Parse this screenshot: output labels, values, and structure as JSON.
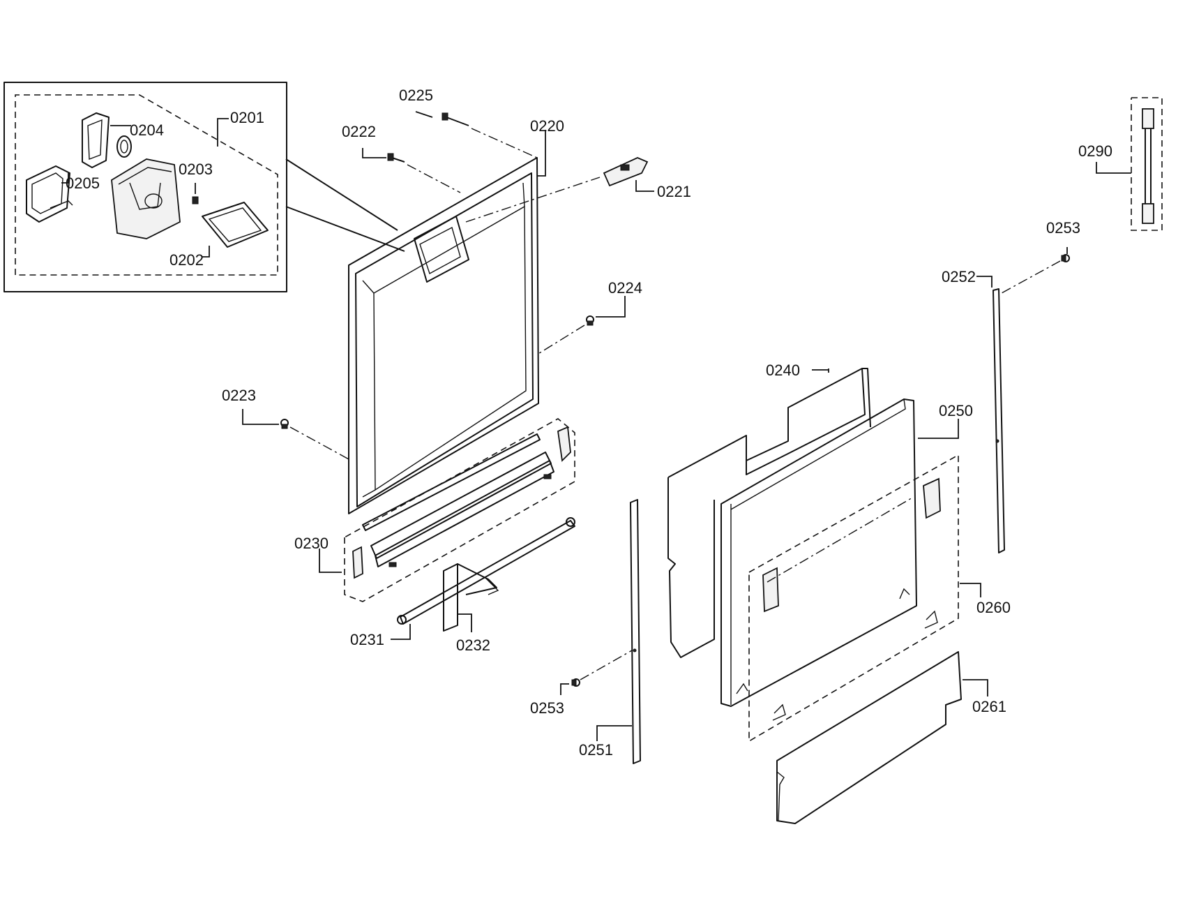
{
  "diagram": {
    "part_labels": {
      "p0201": "0201",
      "p0202": "0202",
      "p0203": "0203",
      "p0204": "0204",
      "p0205": "0205",
      "p0220": "0220",
      "p0221": "0221",
      "p0222": "0222",
      "p0223": "0223",
      "p0224": "0224",
      "p0225": "0225",
      "p0230": "0230",
      "p0231": "0231",
      "p0232": "0232",
      "p0240": "0240",
      "p0250": "0250",
      "p0251": "0251",
      "p0252": "0252",
      "p0253a": "0253",
      "p0253b": "0253",
      "p0260": "0260",
      "p0261": "0261",
      "p0290": "0290"
    }
  }
}
